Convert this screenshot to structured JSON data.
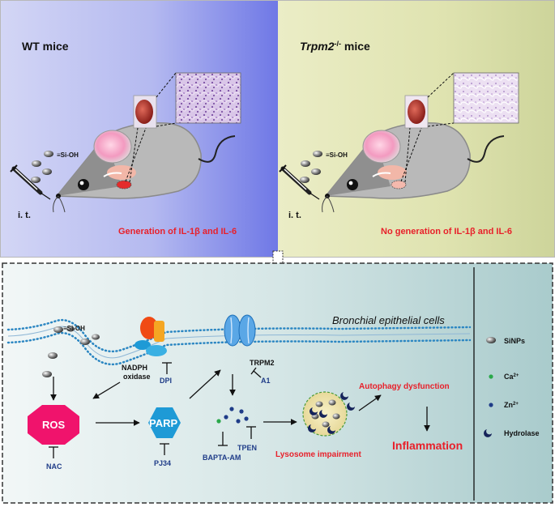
{
  "top_left": {
    "title": "WT mice",
    "silica_label": "≡Si-OH",
    "route_label": "i. t.",
    "result": "Generation of IL-1β and IL-6"
  },
  "top_right": {
    "title_italic": "Trpm2",
    "title_sup": "-/-",
    "title_suffix": " mice",
    "silica_label": "≡Si-OH",
    "route_label": "i. t.",
    "result": "No generation  of IL-1β and IL-6"
  },
  "bottom": {
    "membrane_label": "Bronchial epithelial cells",
    "silica_label": "≡Si-OH",
    "nadph_line1": "NADPH",
    "nadph_line2": "oxidase",
    "dpi": "DPI",
    "trpm2": "TRPM2",
    "a1": "A1",
    "ros": "ROS",
    "nac": "NAC",
    "parp": "PARP",
    "pj34": "PJ34",
    "bapta": "BAPTA-AM",
    "tpen": "TPEN",
    "lysosome": "Lysosome impairment",
    "autophagy": "Autophagy dysfunction",
    "inflammation": "Inflammation"
  },
  "legend": {
    "sinps": "SiNPs",
    "ca_base": "Ca",
    "ca_sup": "2+",
    "zn_base": "Zn",
    "zn_sup": "2+",
    "hydrolase": "Hydrolase"
  },
  "colors": {
    "result_red": "#e8202a",
    "inhibitor_blue": "#1f3c88",
    "ros_pink": "#f0136c",
    "parp_blue": "#1e9ad6",
    "channel_blue": "#5aa7e6",
    "nadph_orange": "#f04a14",
    "membrane_blue": "#2b86c2"
  }
}
